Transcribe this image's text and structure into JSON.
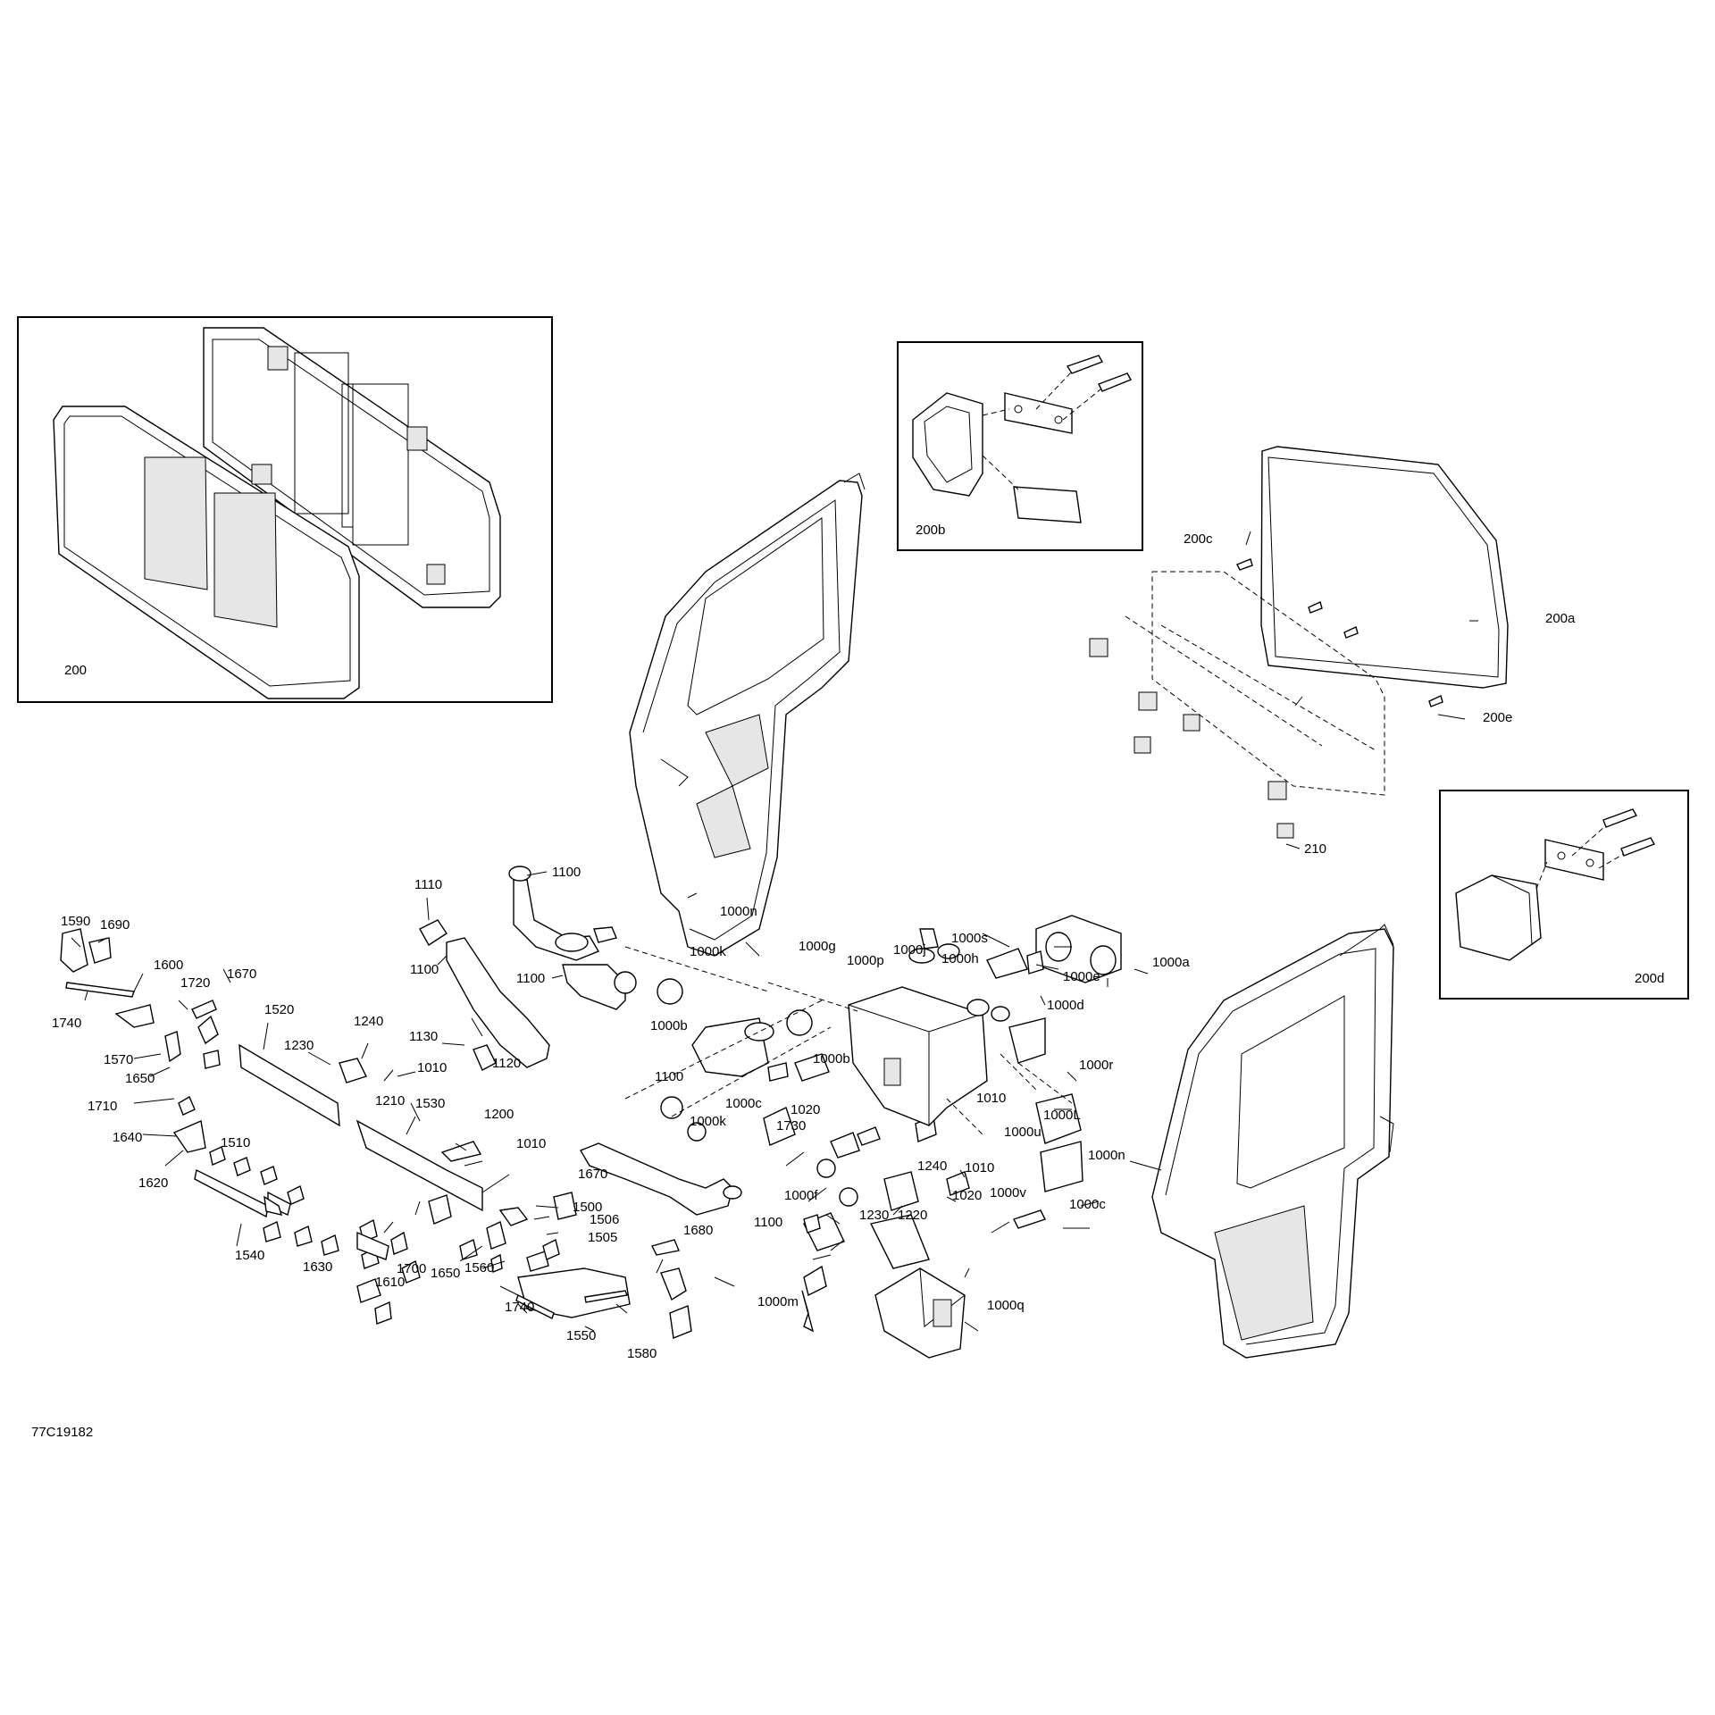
{
  "drawing_id": "77C19182",
  "callouts": {
    "c200": "200",
    "c200a": "200a",
    "c200b": "200b",
    "c200c": "200c",
    "c200d": "200d",
    "c200e": "200e",
    "c210": "210",
    "c1000a": "1000a",
    "c1000b_1": "1000b",
    "c1000b_2": "1000b",
    "c1000c_1": "1000c",
    "c1000c_2": "1000c",
    "c1000d": "1000d",
    "c1000e": "1000e",
    "c1000f": "1000f",
    "c1000g": "1000g",
    "c1000h": "1000h",
    "c1000j": "1000j",
    "c1000k_1": "1000k",
    "c1000k_2": "1000k",
    "c1000l": "1000L",
    "c1000m": "1000m",
    "c1000n_1": "1000n",
    "c1000n_2": "1000n",
    "c1000p": "1000p",
    "c1000q": "1000q",
    "c1000r": "1000r",
    "c1000s": "1000s",
    "c1000u": "1000u",
    "c1000v": "1000v",
    "c1010_1": "1010",
    "c1010_2": "1010",
    "c1010_3": "1010",
    "c1010_4": "1010",
    "c1020_1": "1020",
    "c1020_2": "1020",
    "c1100_1": "1100",
    "c1100_2": "1100",
    "c1100_3": "1100",
    "c1100_4": "1100",
    "c1100_5": "1100",
    "c1110": "1110",
    "c1120": "1120",
    "c1130": "1130",
    "c1200": "1200",
    "c1210": "1210",
    "c1220": "1220",
    "c1230_1": "1230",
    "c1230_2": "1230",
    "c1240_1": "1240",
    "c1240_2": "1240",
    "c1500": "1500",
    "c1505": "1505",
    "c1506": "1506",
    "c1510": "1510",
    "c1520": "1520",
    "c1530": "1530",
    "c1540": "1540",
    "c1550": "1550",
    "c1560": "1560",
    "c1570": "1570",
    "c1580": "1580",
    "c1590": "1590",
    "c1600": "1600",
    "c1610": "1610",
    "c1620": "1620",
    "c1630": "1630",
    "c1640": "1640",
    "c1650_1": "1650",
    "c1650_2": "1650",
    "c1670_1": "1670",
    "c1670_2": "1670",
    "c1680": "1680",
    "c1690": "1690",
    "c1700": "1700",
    "c1710": "1710",
    "c1720": "1720",
    "c1730": "1730",
    "c1740_1": "1740",
    "c1740_2": "1740"
  }
}
